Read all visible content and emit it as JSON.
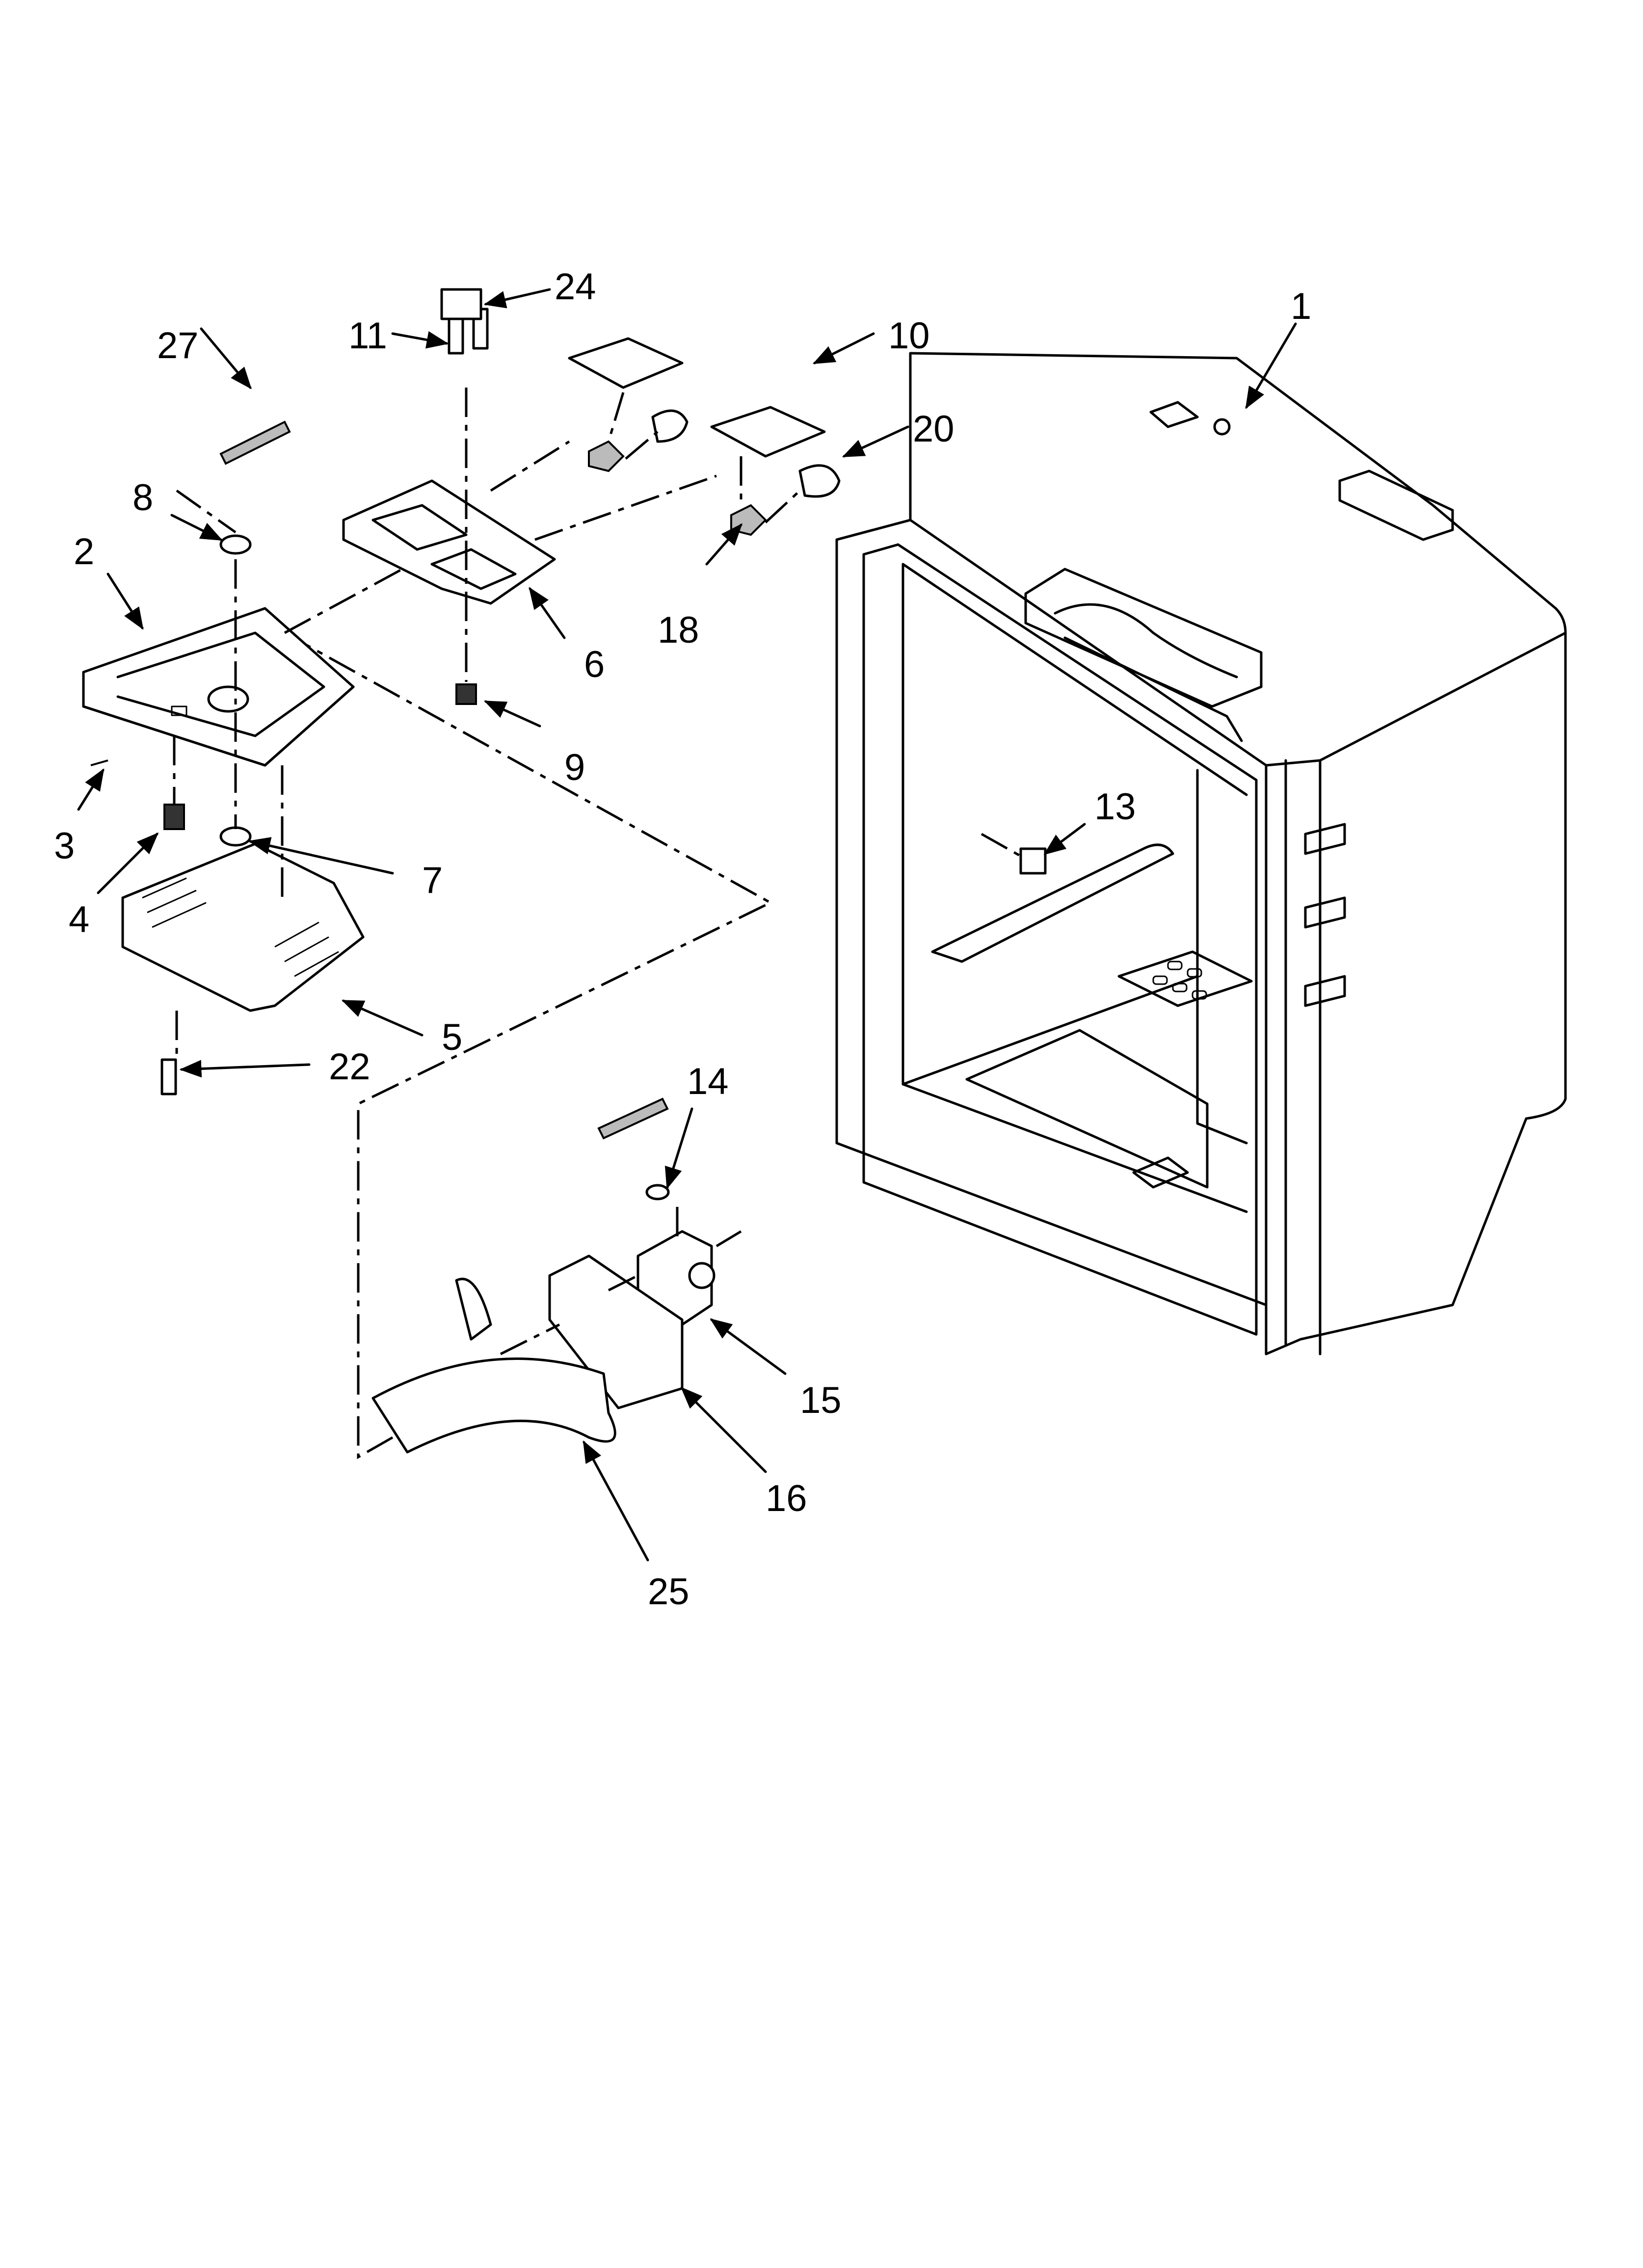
{
  "diagram": {
    "callouts": [
      "1",
      "2",
      "3",
      "4",
      "5",
      "6",
      "7",
      "8",
      "9",
      "10",
      "11",
      "13",
      "14",
      "15",
      "16",
      "18",
      "20",
      "22",
      "24",
      "25",
      "27"
    ]
  }
}
